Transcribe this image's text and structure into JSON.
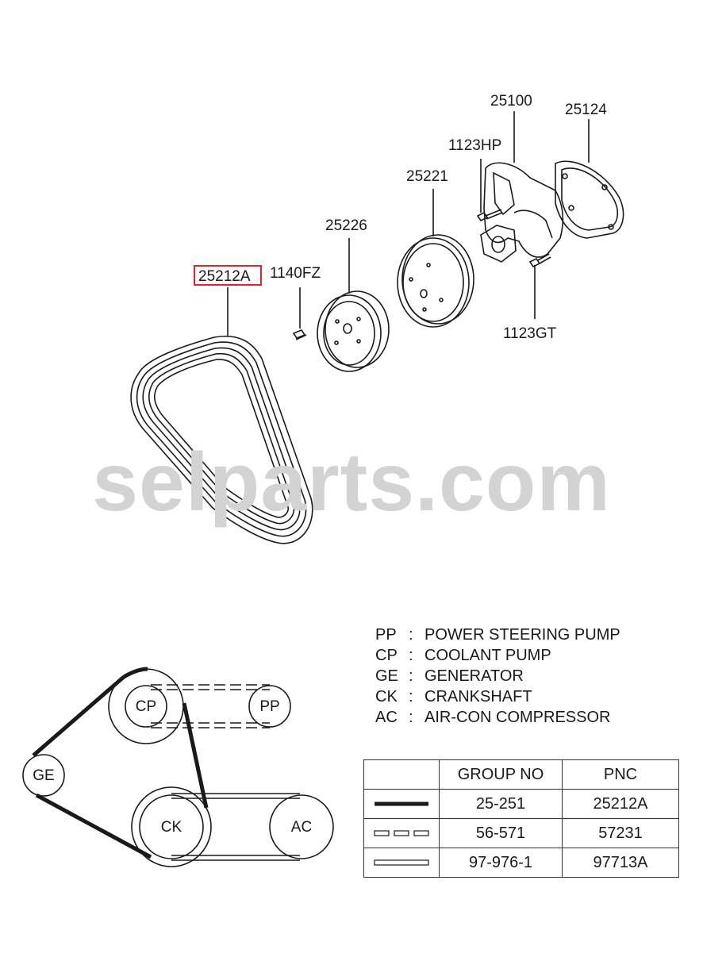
{
  "watermark": "selparts.com",
  "part_labels": {
    "p25100": "25100",
    "p25124": "25124",
    "p1123HP": "1123HP",
    "p25221": "25221",
    "p25226": "25226",
    "p25212A": "25212A",
    "p1140FZ": "1140FZ",
    "p1123GT": "1123GT"
  },
  "legend": [
    {
      "abbr": "PP",
      "sep": ":",
      "desc": "POWER STEERING PUMP"
    },
    {
      "abbr": "CP",
      "sep": ":",
      "desc": "COOLANT PUMP"
    },
    {
      "abbr": "GE",
      "sep": ":",
      "desc": "GENERATOR"
    },
    {
      "abbr": "CK",
      "sep": ":",
      "desc": "CRANKSHAFT"
    },
    {
      "abbr": "AC",
      "sep": ":",
      "desc": "AIR-CON COMPRESSOR"
    }
  ],
  "pulleys": {
    "cp": "CP",
    "pp": "PP",
    "ge": "GE",
    "ck": "CK",
    "ac": "AC"
  },
  "table": {
    "headers": [
      "",
      "GROUP NO",
      "PNC"
    ],
    "rows": [
      {
        "line_style": "thick-solid",
        "group": "25-251",
        "pnc": "25212A"
      },
      {
        "line_style": "dashed",
        "group": "56-571",
        "pnc": "57231"
      },
      {
        "line_style": "double-outline",
        "group": "97-976-1",
        "pnc": "97713A"
      }
    ]
  },
  "colors": {
    "highlight": "#d9262b",
    "watermark": "#d3d3d3",
    "ink": "#1a1a1a"
  }
}
